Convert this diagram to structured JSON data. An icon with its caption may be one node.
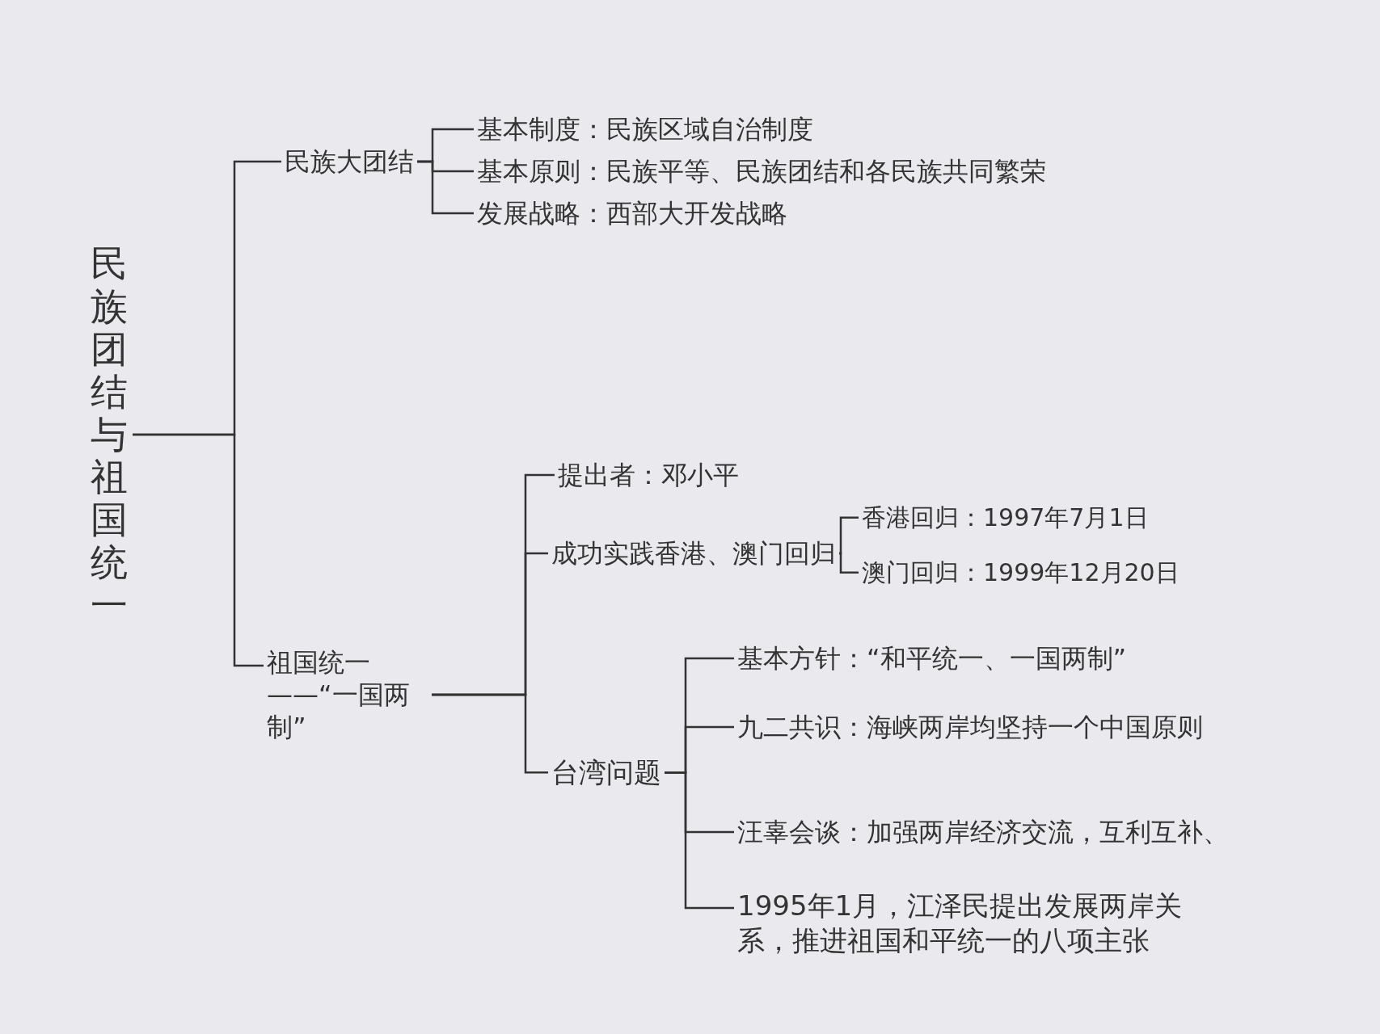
{
  "diagram": {
    "nodes": [
      {
        "text": [
          "民族团结与祖国统一"
        ]
      },
      {
        "text": [
          "民族大团结"
        ]
      },
      {
        "text": [
          "基本制度：民族区域自治制度"
        ]
      },
      {
        "text": [
          "基本原则：民族平等、民族团结和各民族共同繁荣"
        ]
      },
      {
        "text": [
          "发展战略：西部大开发战略"
        ]
      },
      {
        "text": [
          "祖国统一——“一国两制”"
        ]
      },
      {
        "text": [
          "提出者：邓小平"
        ]
      },
      {
        "text": [
          "成功实践香港、澳门回归"
        ]
      },
      {
        "text": [
          "香港回归：1997年7月1日"
        ]
      },
      {
        "text": [
          "澳门回归：1999年12月20日"
        ]
      },
      {
        "text": [
          "台湾问题"
        ]
      },
      {
        "text": [
          "基本方针：“和平统一、一国两制”"
        ]
      },
      {
        "text": [
          "九二共识：海峡两岸均坚持一个中国原则"
        ]
      },
      {
        "text": [
          "汪辜会谈：加强两岸经济交流，互利互补、"
        ]
      },
      {
        "text": [
          "1995年1月，江泽民提出发展两岸关系，推进祖国和平统一的八项主张"
        ]
      }
    ],
    "edges": [
      {
        "from": 0,
        "to": 1,
        "arrow": "none"
      },
      {
        "from": 0,
        "to": 5,
        "arrow": "none"
      },
      {
        "from": 1,
        "to": 2,
        "arrow": "none"
      },
      {
        "from": 1,
        "to": 3,
        "arrow": "none"
      },
      {
        "from": 1,
        "to": 4,
        "arrow": "none"
      },
      {
        "from": 5,
        "to": 6,
        "arrow": "none"
      },
      {
        "from": 5,
        "to": 7,
        "arrow": "none"
      },
      {
        "from": 5,
        "to": 10,
        "arrow": "none"
      },
      {
        "from": 7,
        "to": 8,
        "arrow": "none"
      },
      {
        "from": 7,
        "to": 9,
        "arrow": "none"
      },
      {
        "from": 10,
        "to": 11,
        "arrow": "none"
      },
      {
        "from": 10,
        "to": 12,
        "arrow": "none"
      },
      {
        "from": 10,
        "to": 13,
        "arrow": "none"
      },
      {
        "from": 10,
        "to": 14,
        "arrow": "none"
      }
    ]
  }
}
